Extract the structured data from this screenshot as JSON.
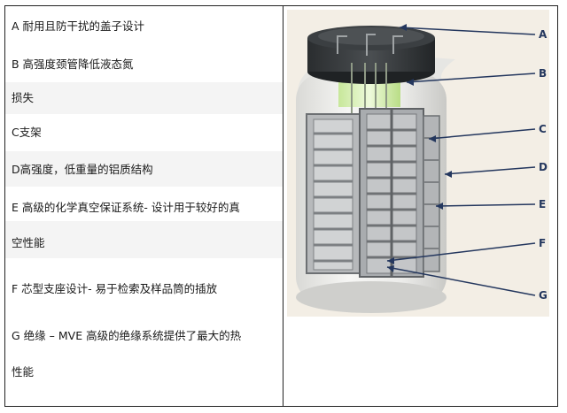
{
  "features": [
    "A 耐用且防干扰的盖子设计",
    "B 高强度颈管降低液态氮",
    "损失",
    "C支架",
    "D高强度，低重量的铝质结构",
    "E 高级的化学真空保证系统- 设计用于较好的真",
    "空性能",
    "F 芯型支座设计- 易于检索及样品筒的插放",
    "G 绝缘 – MVE 高级的绝缘系统提供了最大的热",
    "性能"
  ],
  "callouts": [
    "A",
    "B",
    "C",
    "D",
    "E",
    "F",
    "G"
  ]
}
